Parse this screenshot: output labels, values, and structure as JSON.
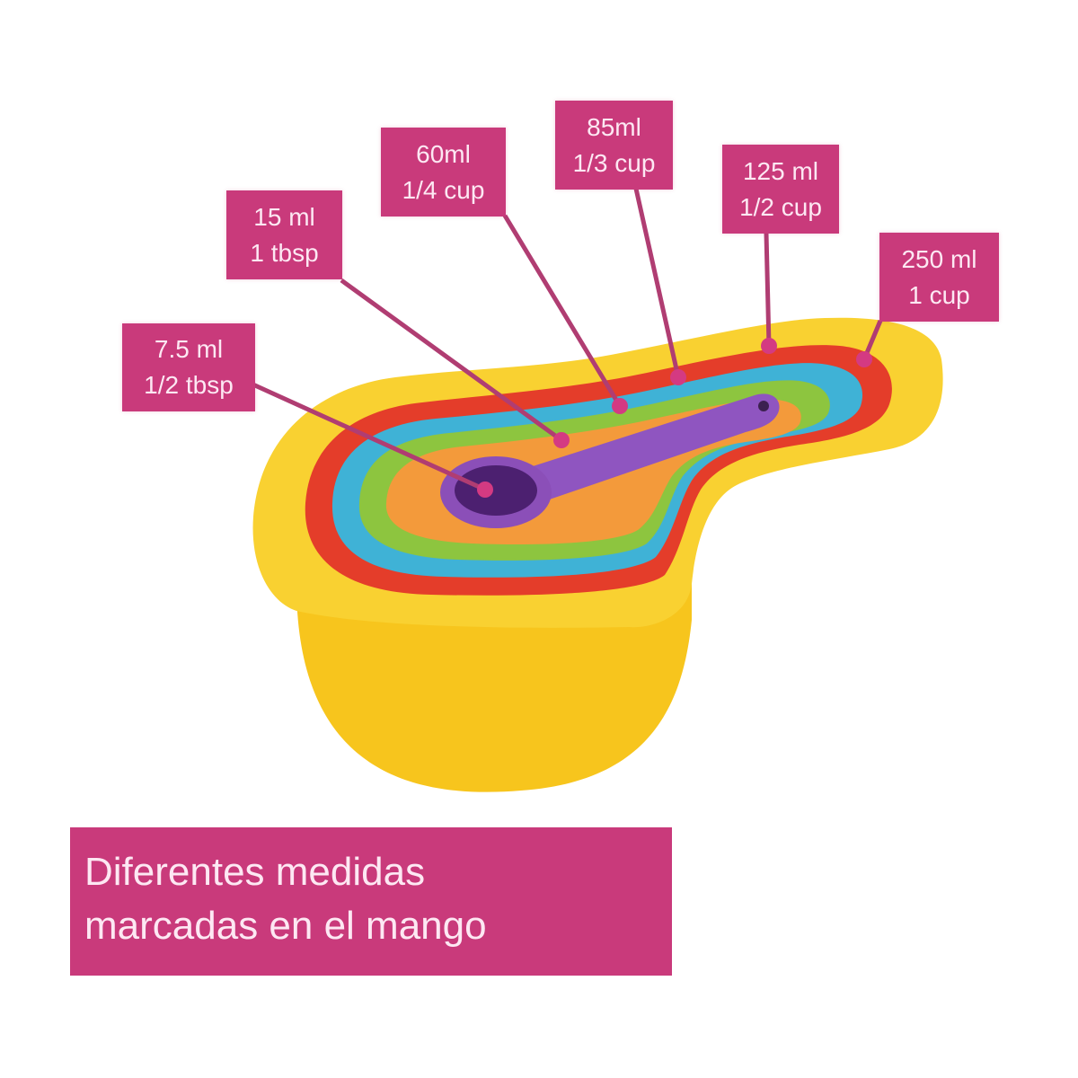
{
  "image": {
    "subject": "nested rainbow measuring cups and spoons set",
    "accent_color": "#c93a7b",
    "label_text_color": "#fde8f3",
    "cup_colors": [
      "#f8c81c",
      "#e8402c",
      "#3fb3d8",
      "#8cc63e",
      "#f39a3c",
      "#8b4fb8"
    ]
  },
  "callouts": [
    {
      "id": "half-tbsp",
      "line1": "7.5 ml",
      "line2": "1/2 tbsp",
      "color": "#8b4fb8"
    },
    {
      "id": "tbsp",
      "line1": "15 ml",
      "line2": "1 tbsp",
      "color": "#f39a3c"
    },
    {
      "id": "quarter-cup",
      "line1": "60ml",
      "line2": "1/4 cup",
      "color": "#8cc63e"
    },
    {
      "id": "third-cup",
      "line1": "85ml",
      "line2": "1/3 cup",
      "color": "#3fb3d8"
    },
    {
      "id": "half-cup",
      "line1": "125 ml",
      "line2": "1/2 cup",
      "color": "#e8402c"
    },
    {
      "id": "one-cup",
      "line1": "250 ml",
      "line2": "1 cup",
      "color": "#f8c81c"
    }
  ],
  "caption": {
    "line1": "Diferentes medidas",
    "line2": "marcadas en el mango"
  }
}
